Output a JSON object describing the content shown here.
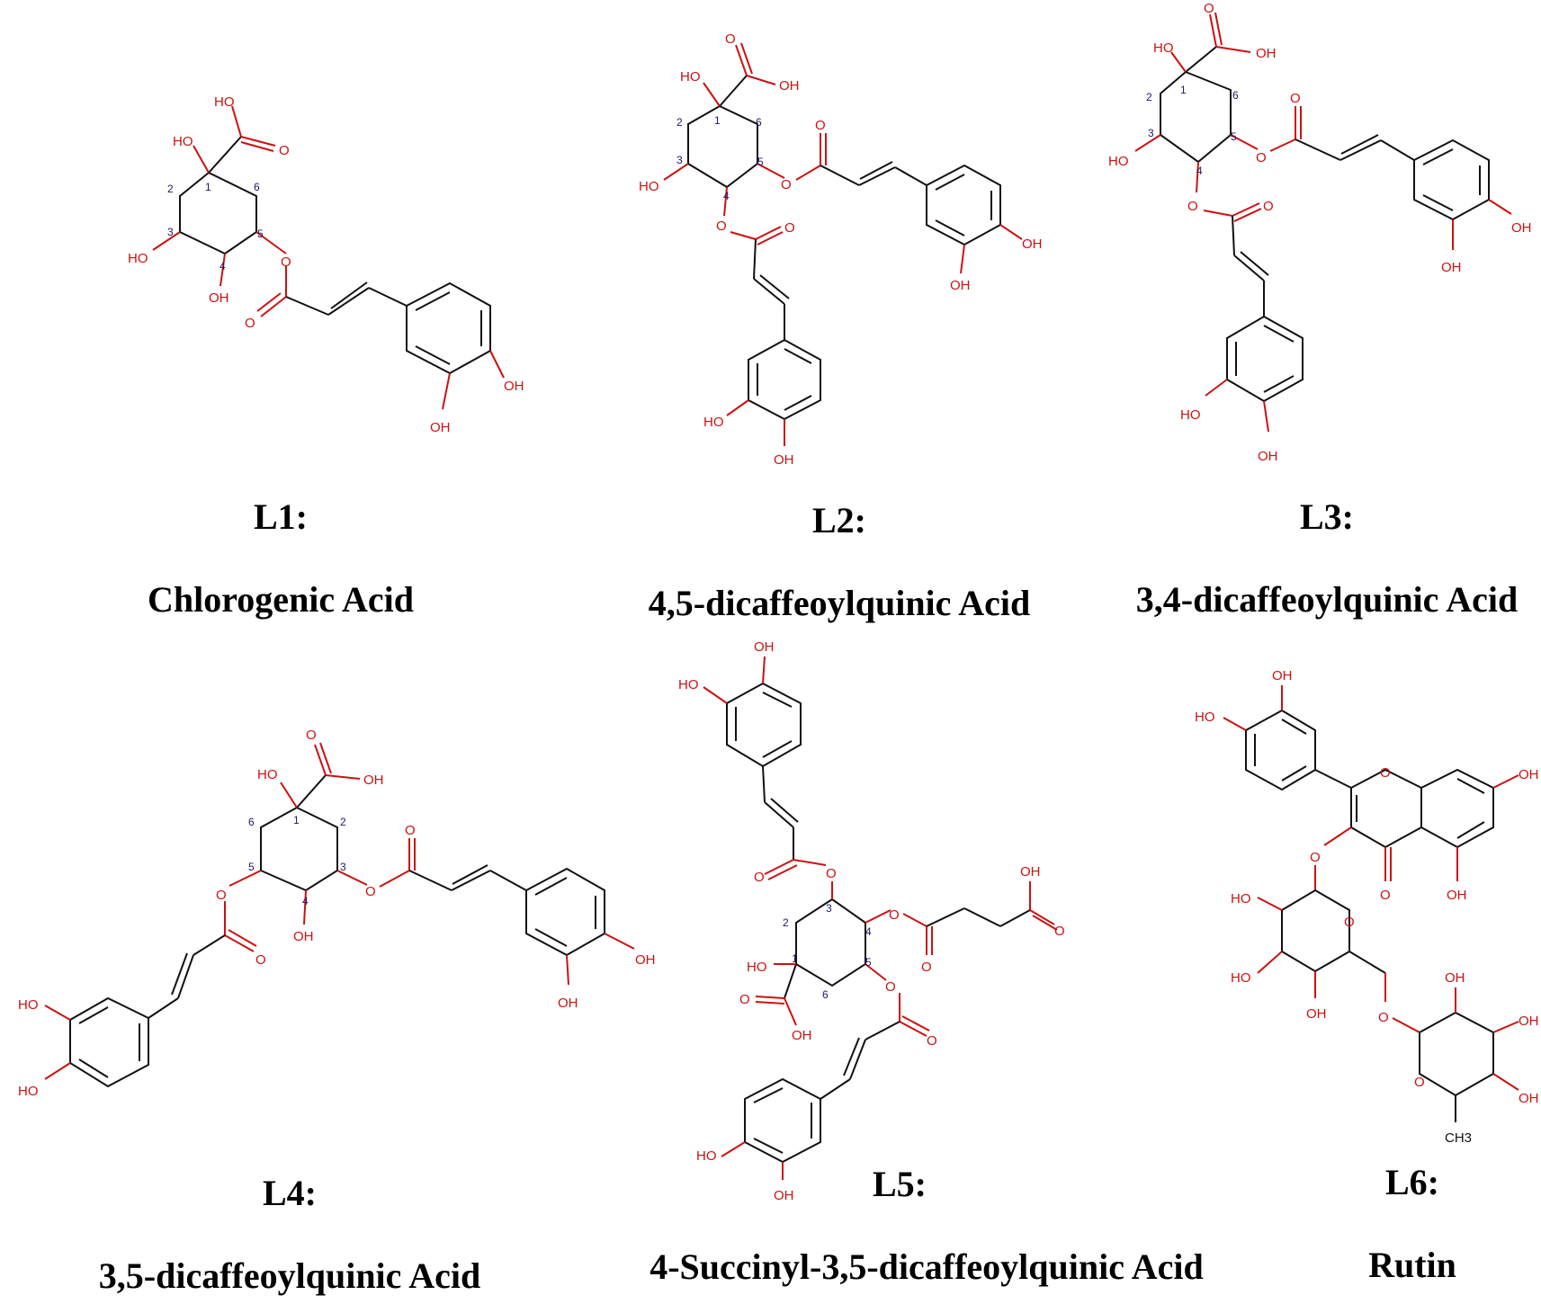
{
  "compounds": [
    {
      "code": "L1:",
      "name": "Chlorogenic Acid"
    },
    {
      "code": "L2:",
      "name": "4,5-dicaffeoylquinic Acid"
    },
    {
      "code": "L3:",
      "name": "3,4-dicaffeoylquinic Acid"
    },
    {
      "code": "L4:",
      "name": "3,5-dicaffeoylquinic Acid"
    },
    {
      "code": "L5:",
      "name": "4-Succinyl-3,5-dicaffeoylquinic Acid"
    },
    {
      "code": "L6:",
      "name": "Rutin"
    }
  ],
  "atom_labels": {
    "hydroxyl": "OH",
    "hydroxyl_left": "HO",
    "oxygen": "O",
    "methyl": "CH3"
  },
  "colors": {
    "oxygen": "#cc1111",
    "bond": "#111111",
    "locant": "#1a1a66",
    "text": "#000000"
  }
}
